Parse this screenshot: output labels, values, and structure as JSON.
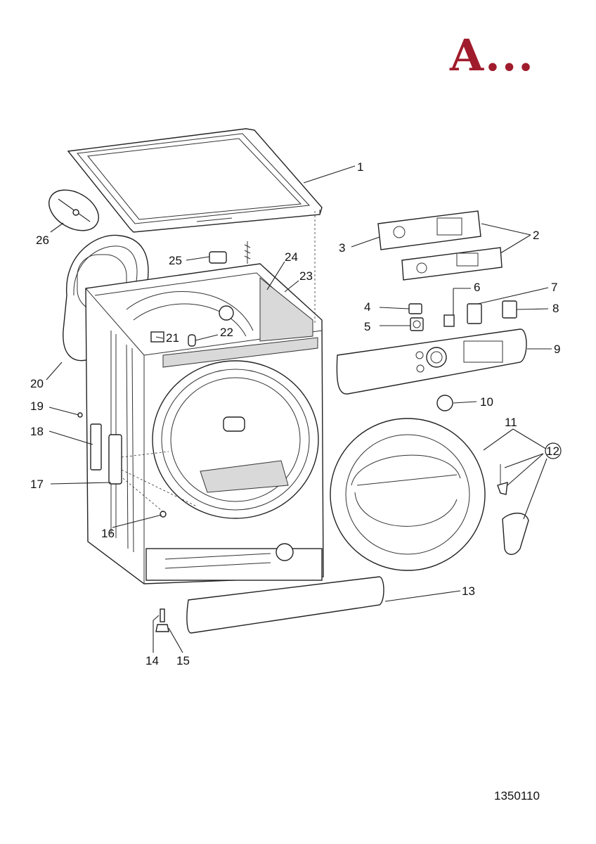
{
  "header": {
    "section_letter": "A..."
  },
  "footer": {
    "document_code": "1350110"
  },
  "colors": {
    "accent": "#a01c2c",
    "line": "#222222"
  },
  "parts": [
    {
      "label": "1"
    },
    {
      "label": "2"
    },
    {
      "label": "3"
    },
    {
      "label": "4"
    },
    {
      "label": "5"
    },
    {
      "label": "6"
    },
    {
      "label": "7"
    },
    {
      "label": "8"
    },
    {
      "label": "9"
    },
    {
      "label": "10"
    },
    {
      "label": "11"
    },
    {
      "label": "12"
    },
    {
      "label": "13"
    },
    {
      "label": "14"
    },
    {
      "label": "15"
    },
    {
      "label": "16"
    },
    {
      "label": "17"
    },
    {
      "label": "18"
    },
    {
      "label": "19"
    },
    {
      "label": "20"
    },
    {
      "label": "21"
    },
    {
      "label": "22"
    },
    {
      "label": "23"
    },
    {
      "label": "24"
    },
    {
      "label": "25"
    },
    {
      "label": "26"
    }
  ]
}
